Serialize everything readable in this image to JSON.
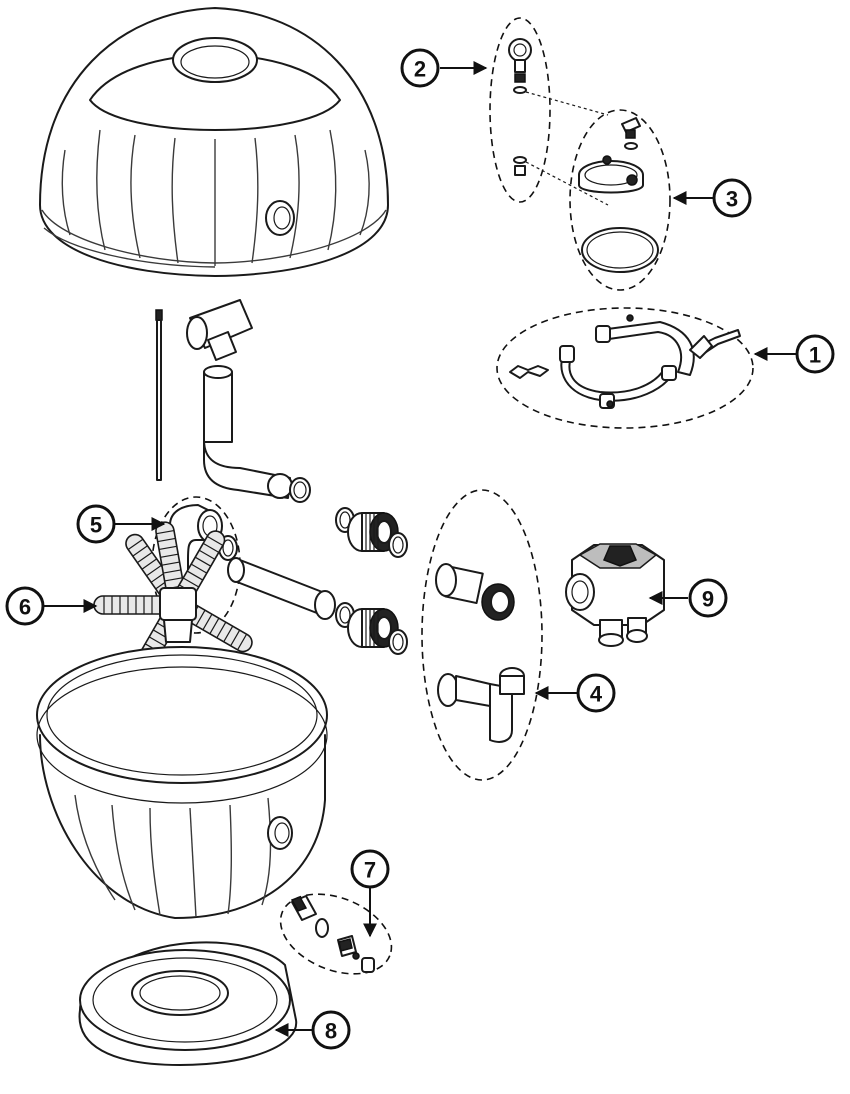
{
  "callouts": [
    {
      "id": "1",
      "text": "1"
    },
    {
      "id": "2",
      "text": "2"
    },
    {
      "id": "3",
      "text": "3"
    },
    {
      "id": "4",
      "text": "4"
    },
    {
      "id": "5",
      "text": "5"
    },
    {
      "id": "6",
      "text": "6"
    },
    {
      "id": "7",
      "text": "7"
    },
    {
      "id": "8",
      "text": "8"
    },
    {
      "id": "9",
      "text": "9"
    }
  ],
  "colors": {
    "line": "#1a1a1a",
    "background": "#ffffff",
    "hose_fill": "#e8e8e8"
  }
}
